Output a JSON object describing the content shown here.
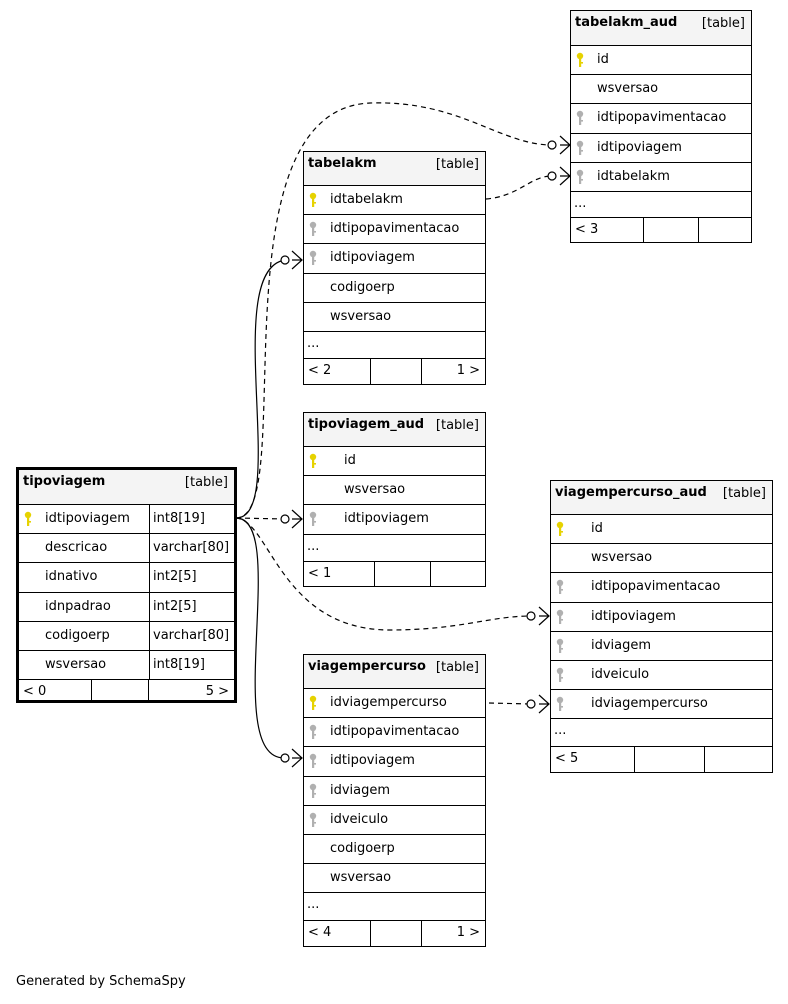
{
  "footer": "Generated by SchemaSpy",
  "colors": {
    "pk_key": "#e6d200",
    "fk_key": "#b0b0b0",
    "header_bg": "#f4f4f4"
  },
  "tables": {
    "tabelakm_aud": {
      "name": "tabelakm_aud",
      "type": "[table]",
      "columns": [
        {
          "name": "id",
          "key": "pk"
        },
        {
          "name": "wsversao",
          "key": ""
        },
        {
          "name": "idtipopavimentacao",
          "key": "fk"
        },
        {
          "name": "idtipoviagem",
          "key": "fk"
        },
        {
          "name": "idtabelakm",
          "key": "fk"
        }
      ],
      "ellipsis": "...",
      "footer_left": "< 3",
      "footer_right": ""
    },
    "tabelakm": {
      "name": "tabelakm",
      "type": "[table]",
      "columns": [
        {
          "name": "idtabelakm",
          "key": "pk"
        },
        {
          "name": "idtipopavimentacao",
          "key": "fk"
        },
        {
          "name": "idtipoviagem",
          "key": "fk"
        },
        {
          "name": "codigoerp",
          "key": ""
        },
        {
          "name": "wsversao",
          "key": ""
        }
      ],
      "ellipsis": "...",
      "footer_left": "< 2",
      "footer_right": "1 >"
    },
    "tipoviagem_aud": {
      "name": "tipoviagem_aud",
      "type": "[table]",
      "columns": [
        {
          "name": "id",
          "key": "pk"
        },
        {
          "name": "wsversao",
          "key": ""
        },
        {
          "name": "idtipoviagem",
          "key": "fk"
        }
      ],
      "ellipsis": "...",
      "footer_left": "< 1",
      "footer_right": ""
    },
    "tipoviagem": {
      "name": "tipoviagem",
      "type": "[table]",
      "columns": [
        {
          "name": "idtipoviagem",
          "key": "pk",
          "dtype": "int8[19]"
        },
        {
          "name": "descricao",
          "key": "",
          "dtype": "varchar[80]"
        },
        {
          "name": "idnativo",
          "key": "",
          "dtype": "int2[5]"
        },
        {
          "name": "idnpadrao",
          "key": "",
          "dtype": "int2[5]"
        },
        {
          "name": "codigoerp",
          "key": "",
          "dtype": "varchar[80]"
        },
        {
          "name": "wsversao",
          "key": "",
          "dtype": "int8[19]"
        }
      ],
      "footer_left": "< 0",
      "footer_right": "5 >"
    },
    "viagempercurso_aud": {
      "name": "viagempercurso_aud",
      "type": "[table]",
      "columns": [
        {
          "name": "id",
          "key": "pk"
        },
        {
          "name": "wsversao",
          "key": ""
        },
        {
          "name": "idtipopavimentacao",
          "key": "fk"
        },
        {
          "name": "idtipoviagem",
          "key": "fk"
        },
        {
          "name": "idviagem",
          "key": "fk"
        },
        {
          "name": "idveiculo",
          "key": "fk"
        },
        {
          "name": "idviagempercurso",
          "key": "fk"
        }
      ],
      "ellipsis": "...",
      "footer_left": "< 5",
      "footer_right": ""
    },
    "viagempercurso": {
      "name": "viagempercurso",
      "type": "[table]",
      "columns": [
        {
          "name": "idviagempercurso",
          "key": "pk"
        },
        {
          "name": "idtipopavimentacao",
          "key": "fk"
        },
        {
          "name": "idtipoviagem",
          "key": "fk"
        },
        {
          "name": "idviagem",
          "key": "fk"
        },
        {
          "name": "idveiculo",
          "key": "fk"
        },
        {
          "name": "codigoerp",
          "key": ""
        },
        {
          "name": "wsversao",
          "key": ""
        }
      ],
      "ellipsis": "...",
      "footer_left": "< 4",
      "footer_right": "1 >"
    }
  }
}
